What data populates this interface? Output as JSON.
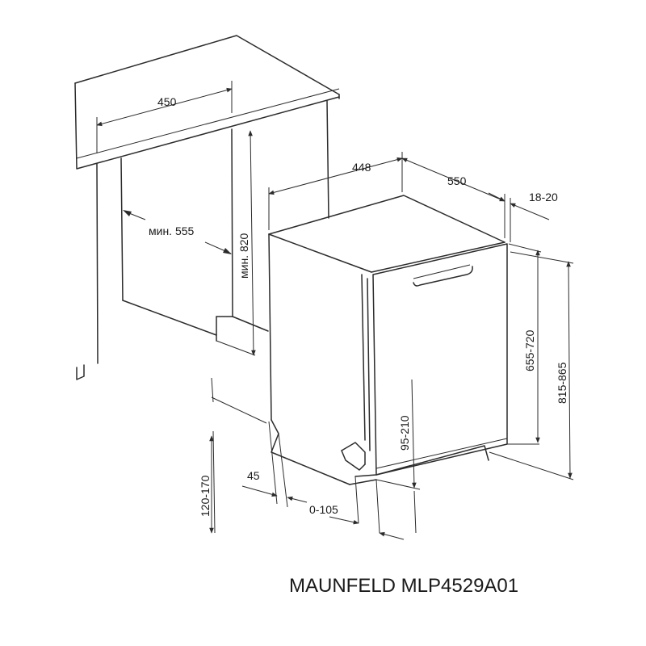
{
  "model_label": "MAUNFELD MLP4529A01",
  "dimensions": {
    "niche_width": "450",
    "niche_depth": "мин. 555",
    "niche_height": "мин. 820",
    "appliance_width": "448",
    "appliance_depth": "550",
    "door_offset": "18-20",
    "body_height": "655-720",
    "total_height": "815-865",
    "plinth_height": "95-210",
    "side_gap": "45",
    "door_gap": "0-105",
    "plinth_depth": "120-170"
  }
}
